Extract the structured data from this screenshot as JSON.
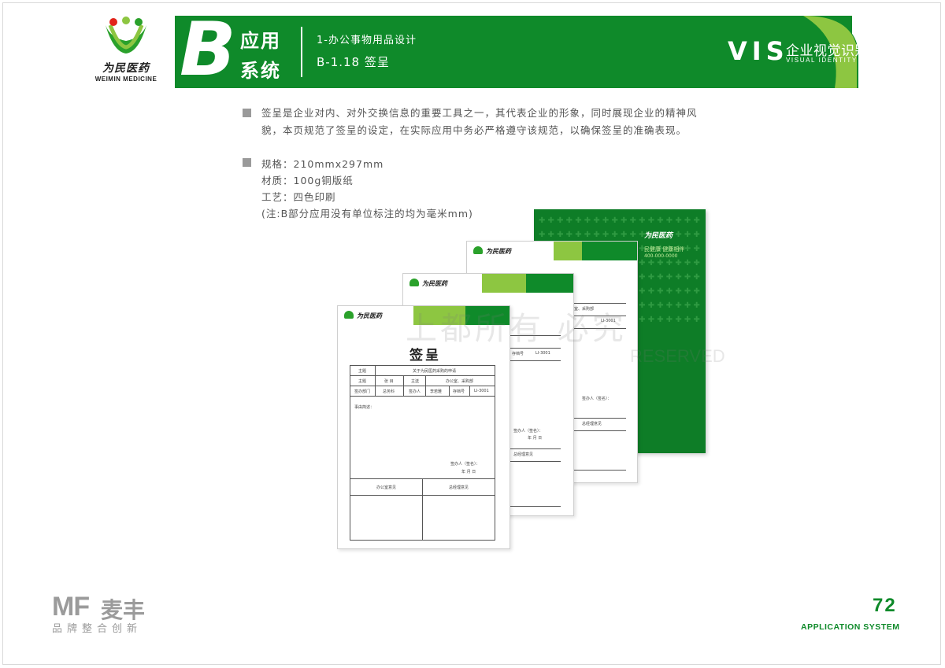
{
  "brand": {
    "logo_cn": "为民医药",
    "logo_en": "WEIMIN MEDICINE",
    "colors": {
      "primary_green": "#0f8a2a",
      "light_green": "#8dc641"
    }
  },
  "header": {
    "section_letter": "B",
    "system_line1": "应用",
    "system_line2": "系统",
    "category": "1-办公事物用品设计",
    "page_title": "B-1.18 签呈",
    "vis": "VIS",
    "vis_cn": "企业视觉识别系统",
    "vis_en": "VISUAL IDENTITY SYSTEM"
  },
  "description": {
    "text": "签呈是企业对内、对外交换信息的重要工具之一，其代表企业的形象，同时展现企业的精神风貌，本页规范了签呈的设定，在实际应用中务必严格遵守该规范，以确保签呈的准确表现。",
    "spec_size": "规格：210mmx297mm",
    "spec_material": "材质：100g铜版纸",
    "spec_process": "工艺：四色印刷",
    "spec_note": "(注:B部分应用没有单位标注的均为毫米mm)"
  },
  "document": {
    "title": "签呈",
    "cover_slogan": "民健康  健康相伴",
    "cover_phone": "400-000-0000",
    "row1_label": "主题",
    "row1_value": "关于为民医药采购的申请",
    "row2_c1": "主题",
    "row2_c2": "张 目",
    "row2_c3": "主送",
    "row2_c4": "办公室、采购部",
    "row3_c1": "签办部门",
    "row3_c2": "总务科",
    "row3_c3": "签办人",
    "row3_c4": "李若雅",
    "row3_c5": "存档号",
    "row3_c6": "LI-3001",
    "body_label": "事由简述：",
    "signer": "签办人（签名）：",
    "date": "年  月  日",
    "office_opinion": "办公室意见",
    "gm_opinion": "总经理意见"
  },
  "watermark": {
    "cn": "上都所有  必究",
    "en": "RESERVED"
  },
  "footer": {
    "agency_logo": "MF",
    "agency_cn": "麦丰",
    "agency_tagline": "品牌整合创新",
    "page_number": "72",
    "system": "APPLICATION SYSTEM"
  }
}
